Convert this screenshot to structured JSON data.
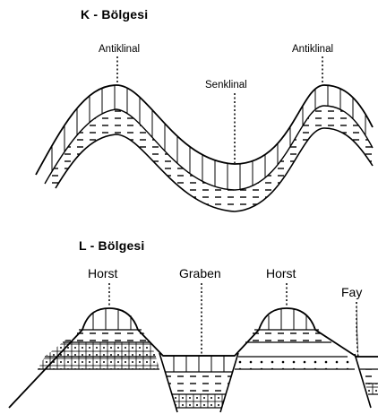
{
  "k_region": {
    "title": "K - Bölgesi",
    "labels": {
      "left": "Antiklinal",
      "middle": "Senklinal",
      "right": "Antiklinal"
    }
  },
  "l_region": {
    "title": "L - Bölgesi",
    "labels": {
      "horst_left": "Horst",
      "graben": "Graben",
      "horst_right": "Horst",
      "fault": "Fay"
    }
  }
}
